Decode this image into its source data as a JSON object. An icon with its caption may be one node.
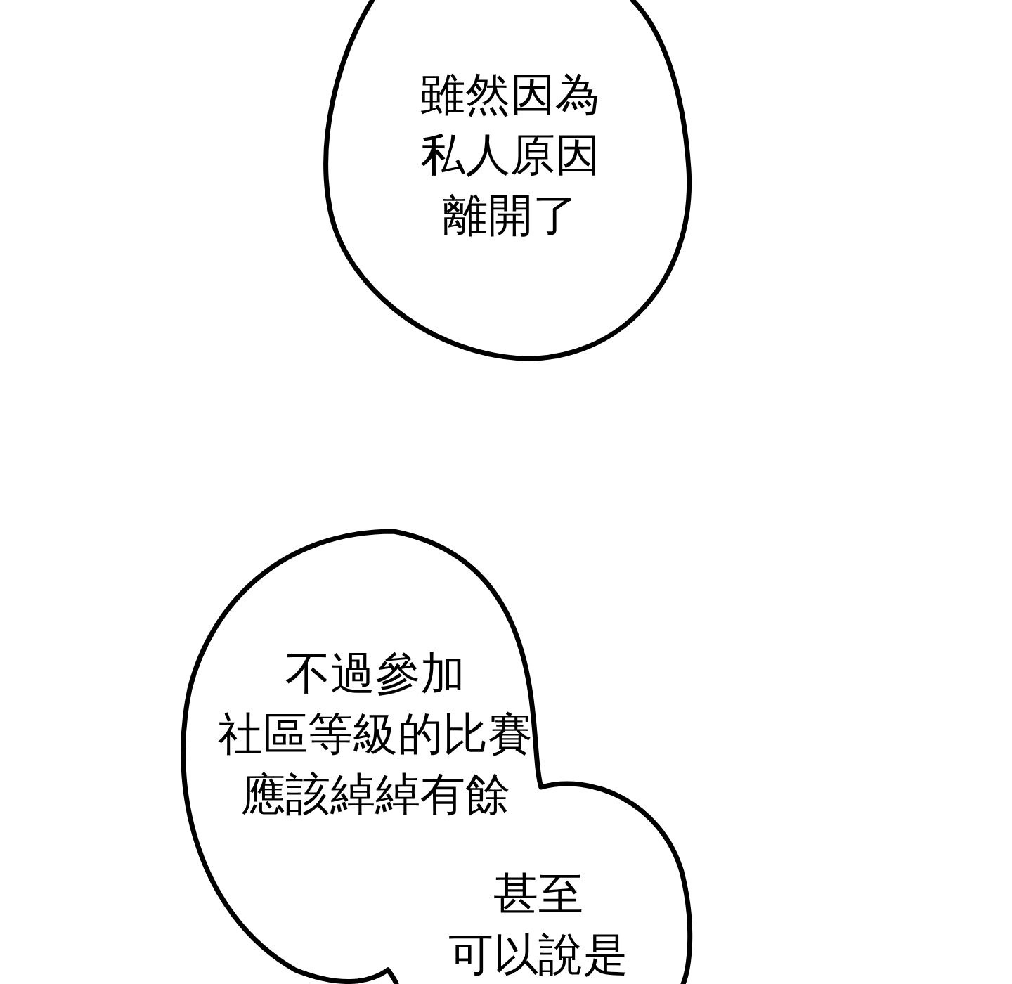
{
  "diagram": {
    "nodes": [
      {
        "text": [
          "雖然因為私人原因離開了"
        ]
      },
      {
        "text": [
          "不過參加社區等級的比賽應該綽綽有餘"
        ]
      },
      {
        "text": [
          "甚至可以說是"
        ]
      }
    ]
  }
}
